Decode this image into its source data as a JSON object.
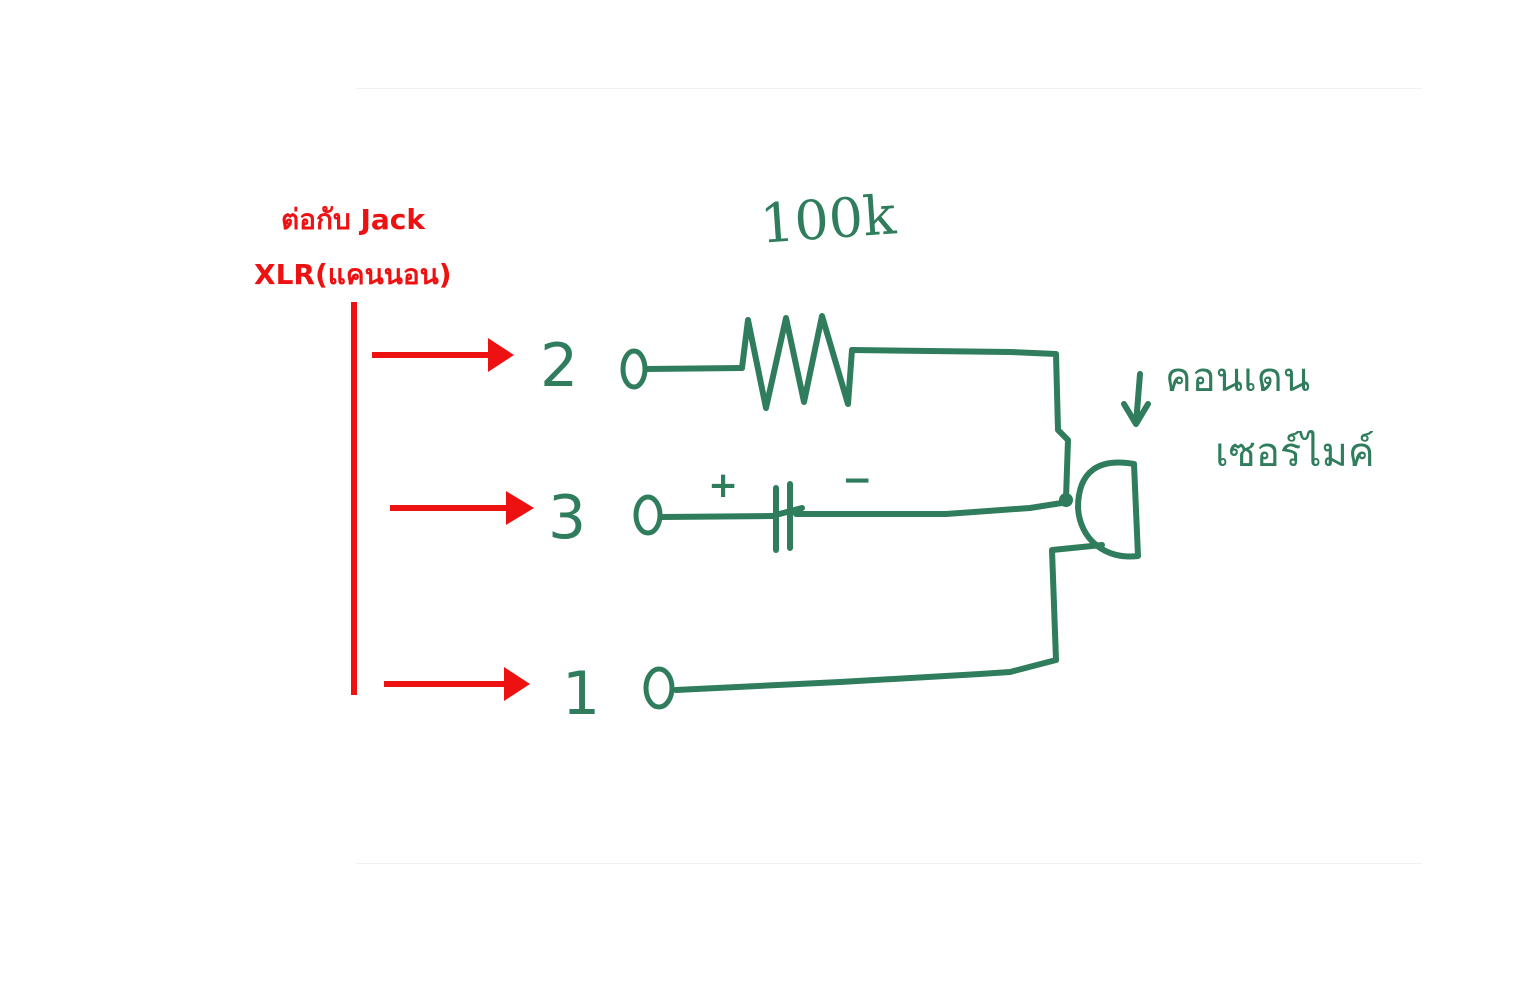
{
  "annotation": {
    "line1": "ต่อกับ Jack",
    "line2": "XLR(แคนนอน)",
    "color": "#ee1111"
  },
  "resistor_label": "100k",
  "component_label": {
    "line1": "คอนเดน",
    "line2": "เซอร์ไมค์"
  },
  "pins": [
    {
      "number": "2"
    },
    {
      "number": "3"
    },
    {
      "number": "1"
    }
  ],
  "capacitor": {
    "plus": "+",
    "minus": "−"
  },
  "ink_color": "#2f7d5c"
}
